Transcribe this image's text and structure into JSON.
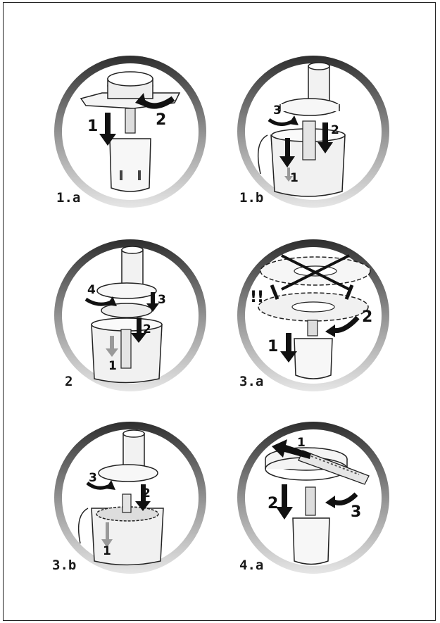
{
  "steps": [
    {
      "label": "1.a",
      "arrows": [
        "1",
        "2"
      ]
    },
    {
      "label": "1.b",
      "arrows": [
        "1",
        "2",
        "3"
      ]
    },
    {
      "label": "2",
      "arrows": [
        "1",
        "2",
        "3",
        "4"
      ]
    },
    {
      "label": "3.a",
      "arrows": [
        "1",
        "2"
      ],
      "warning": "!!"
    },
    {
      "label": "3.b",
      "arrows": [
        "1",
        "2",
        "3"
      ]
    },
    {
      "label": "4.a",
      "arrows": [
        "1",
        "2",
        "3"
      ]
    }
  ],
  "icons": [
    "food-processor-illustration",
    "curved-arrow-icon",
    "down-arrow-icon",
    "cross-icon"
  ],
  "colors": {
    "ring_dark": "#3a3a3a",
    "ring_light": "#d9d9d9",
    "arrow": "#111111",
    "arrow_grey": "#8a8a8a"
  }
}
